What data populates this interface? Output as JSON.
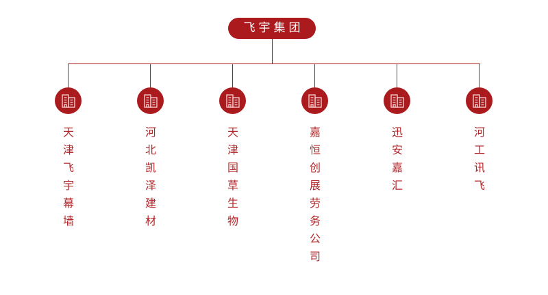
{
  "root": {
    "label": "飞宇集团"
  },
  "colors": {
    "accent": "#ab1a1c",
    "text": "#b3262a"
  },
  "children": [
    {
      "label": "天津飞宇幕墙",
      "icon": "building-icon"
    },
    {
      "label": "河北凯泽建材",
      "icon": "building-icon"
    },
    {
      "label": "天津国草生物",
      "icon": "building-icon"
    },
    {
      "label": "嘉恒创展劳务公司",
      "icon": "building-icon"
    },
    {
      "label": "迅安嘉汇",
      "icon": "building-icon"
    },
    {
      "label": "河工讯飞",
      "icon": "building-icon"
    }
  ]
}
